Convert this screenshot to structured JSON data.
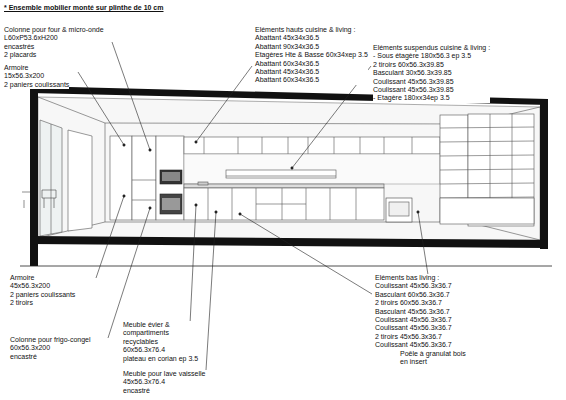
{
  "diagram": {
    "title": "* Ensemble mobilier monté sur plinthe de 10 cm",
    "labels": [
      "Colonne pour four & micro-onde",
      "L60xP53.6xH200",
      "encastrés",
      "2 placards",
      "Armoire",
      "15x56.3x200",
      "2 paniers coulissants",
      "Eléments hauts cuisine & living :",
      "Abattant 45x34x36.5",
      "Abattant 90x34x36.5",
      "Etagères Hte & Basse 60x34xep 3.5",
      "Abattant 60x34x36.5",
      "Abattant 45x34x36.5",
      "Abattant 60x34x36.5",
      "Eléments suspendus cuisine & living :",
      "- Sous étagère 180x56.3 ep 3.5",
      "2 tiroirs 60x56.3x39.85",
      "Basculant 30x56.3x39.85",
      "Coulissant 45x56.3x39.85",
      "Coulissant 45x56.3x39.85",
      "- Etagère 180xx34ep 3.5",
      "Armoire",
      "45x56.3x200",
      "2 paniers coulissants",
      "2 tiroirs",
      "Colonne pour frigo-congel",
      "60x56.3x200",
      "encastré",
      "Meuble évier &",
      "compartiments",
      "recyclables",
      "60x56.3x76.4",
      "plateau en corian ep 3.5",
      "Meuble pour lave vaisselle",
      "45x56.3x76.4",
      "encastré",
      "Eléments bas living :",
      "Coulissant 45x56.3x36.7",
      "Basculant 60x56.3x36.7",
      "2 tiroirs 60x56.3x36.7",
      "Basculant 45x56.3x36.7",
      "Coulissant 45x56.3x36.7",
      "Coulissant 45x56.3x36.7",
      "2 tiroirs 45x56.3x36.7",
      "Coulissant 45x56.3x36.7",
      "Poêle à granulat bois",
      "en insert"
    ]
  }
}
